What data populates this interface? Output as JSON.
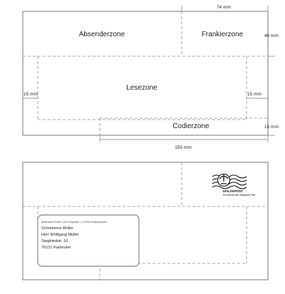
{
  "zones": {
    "absender": "Absenderzone",
    "frankier": "Frankierzone",
    "lese": "Lesezone",
    "codier": "Codierzone"
  },
  "dimensions": {
    "top_width": "74 mm",
    "right_height": "40 mm",
    "left_margin": "15 mm",
    "right_margin": "15 mm",
    "bottom_height": "15 mm",
    "bottom_width": "150 mm"
  },
  "example": {
    "sender_line": "Briefmarke GmbH | Am Postplatz 1 | 12345 Musterhausen",
    "address_lines": [
      "Schreinerei Müller",
      "Herr Wolfgang Müller",
      "Siegfriedstr. 10",
      "76131 Karlsruhe"
    ],
    "stamp_brand": "DIALOGPOST",
    "stamp_sub": "Ein Service der Deutschen Post"
  }
}
